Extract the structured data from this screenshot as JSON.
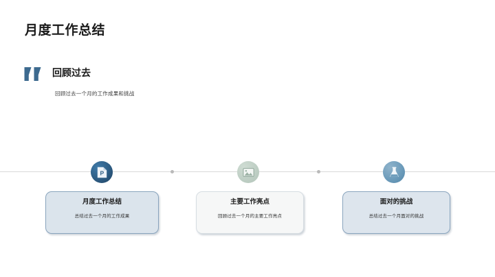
{
  "slide": {
    "title": "月度工作总结",
    "quote": {
      "icon": "quote-mark-icon",
      "heading": "回顾过去",
      "subtitle": "回顾过去一个月的工作成果和挑战",
      "accent_color": "#3d6a8f"
    },
    "timeline": {
      "line_color": "#d8d8d8",
      "connector_dot_color": "#b9b9b9",
      "nodes": [
        {
          "icon": "powerpoint-file-icon",
          "circle_color": "#2e5d84",
          "card": {
            "title": "月度工作总结",
            "desc": "总结过去一个月的工作成果",
            "fill": "#dbe4ec",
            "border": "#89a4bd"
          }
        },
        {
          "icon": "image-picture-icon",
          "circle_color": "#bfcfc5",
          "card": {
            "title": "主要工作亮点",
            "desc": "回顾过去一个月的主要工作亮点",
            "fill": "#f6f7f7",
            "border": "#d6dde2"
          }
        },
        {
          "icon": "flask-beaker-icon",
          "circle_color": "#6d9cbb",
          "card": {
            "title": "面对的挑战",
            "desc": "总结过去一个月面对的挑战",
            "fill": "#dde5ed",
            "border": "#8aa5be"
          }
        }
      ]
    }
  }
}
